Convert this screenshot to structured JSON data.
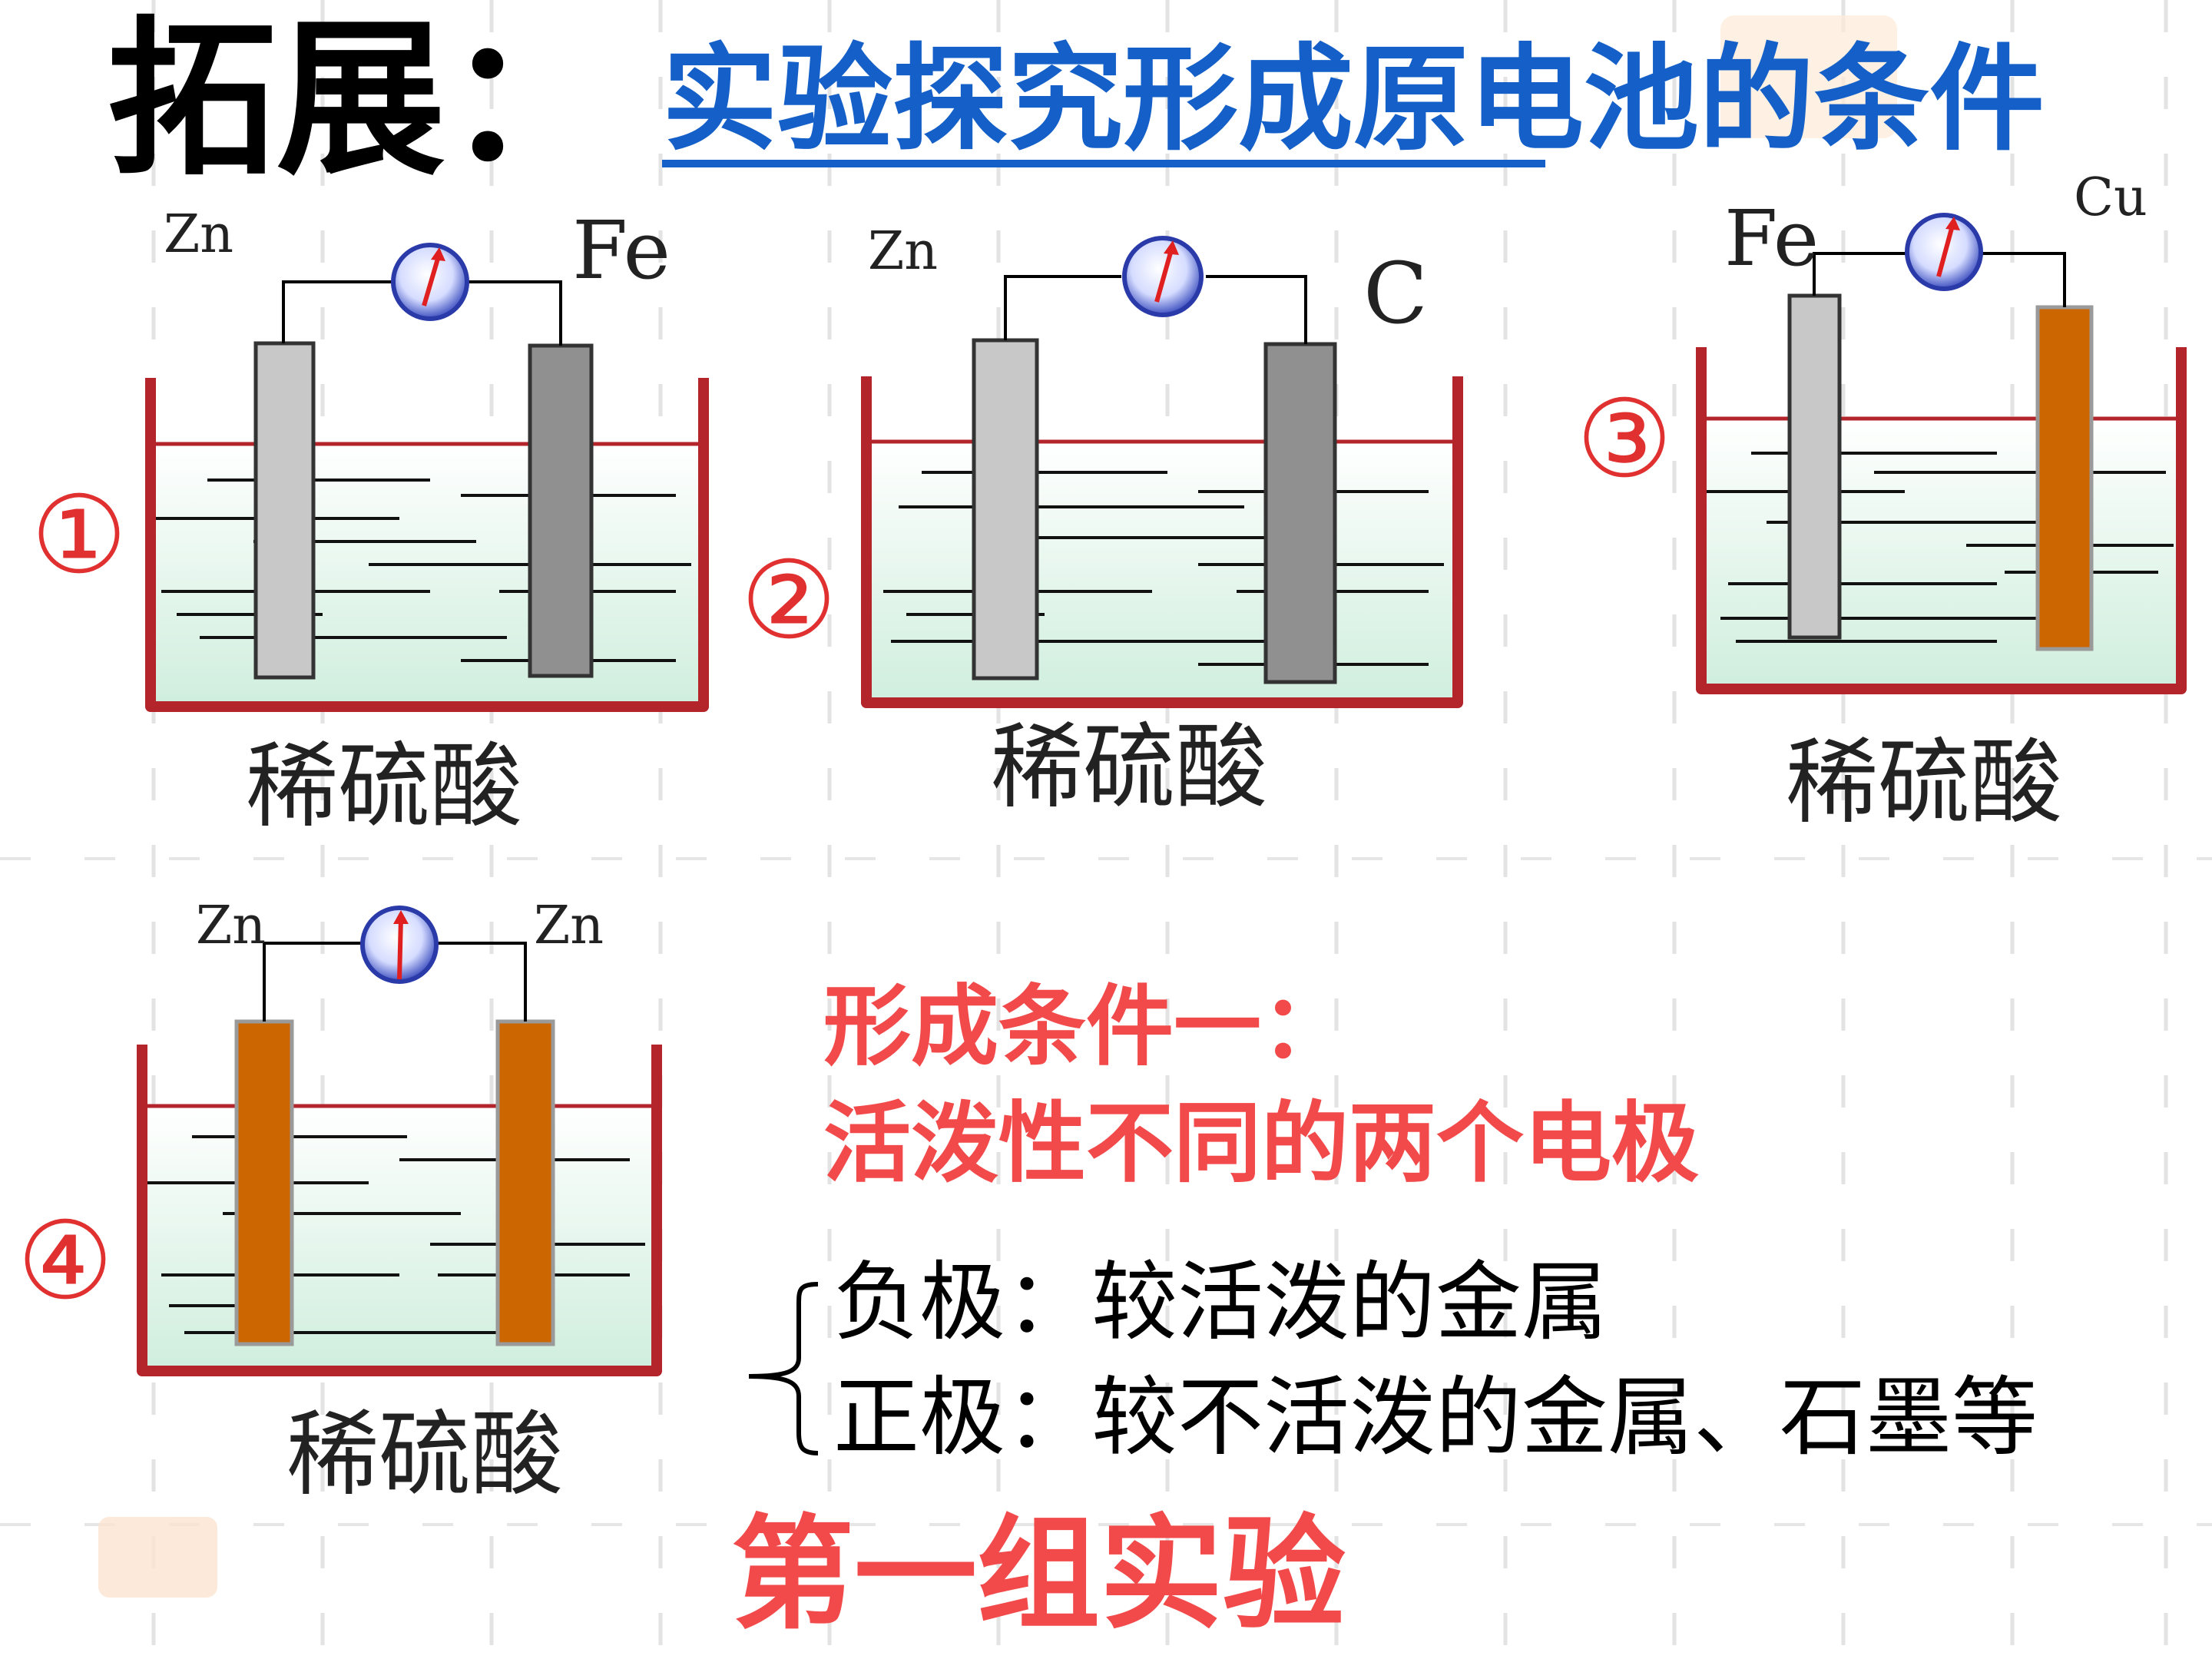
{
  "title": {
    "main": "拓展：",
    "sub": "实验探究形成原电池的条件"
  },
  "colors": {
    "title_blue": "#1560c8",
    "condition_red": "#f24a4a",
    "zinc_gray": "#c8c8c8",
    "iron_carbon_gray": "#909090",
    "copper_orange": "#cc6600",
    "solution_green": "#d8f2e2",
    "beaker_red": "#b3242b"
  },
  "experiments": [
    {
      "number": "①",
      "left_label": "Zn",
      "right_label": "Fe",
      "solution": "稀硫酸"
    },
    {
      "number": "②",
      "left_label": "Zn",
      "right_label": "C",
      "solution": "稀硫酸"
    },
    {
      "number": "③",
      "left_label": "Fe",
      "right_label": "Cu",
      "solution": "稀硫酸"
    },
    {
      "number": "④",
      "left_label": "Zn",
      "right_label": "Zn",
      "solution": "稀硫酸"
    }
  ],
  "condition": {
    "line1": "形成条件一：",
    "line2": "活泼性不同的两个电极"
  },
  "poles": {
    "negative": "负极：较活泼的金属",
    "positive": "正极：较不活泼的金属、石墨等"
  },
  "group_title": "第一组实验",
  "icons": [
    "galvanometer-icon",
    "seal-icon"
  ]
}
